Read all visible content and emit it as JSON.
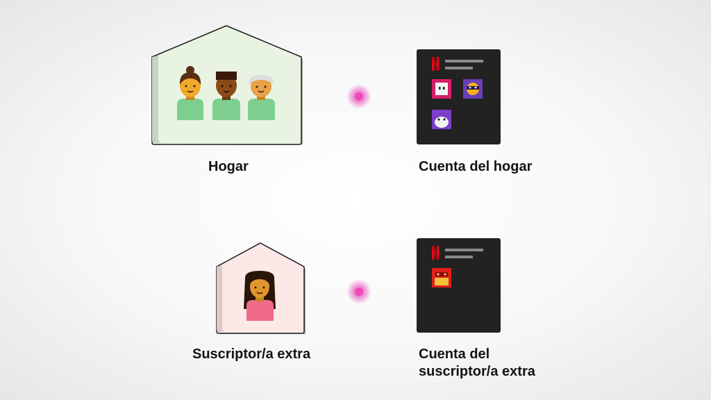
{
  "rows": [
    {
      "home_label": "Hogar",
      "account_label": "Cuenta del hogar",
      "house_color": "#e8f4e1",
      "people_icons": [
        "woman-bun-icon",
        "man-cap-icon",
        "grandparent-icon"
      ],
      "profile_icons": [
        "white-box-profile-icon",
        "ninja-profile-icon",
        "penguin-profile-icon"
      ]
    },
    {
      "home_label": "Suscriptor/a extra",
      "account_label": "Cuenta del\nsuscriptor/a extra",
      "house_color": "#fde8e8",
      "people_icons": [
        "woman-long-hair-icon"
      ],
      "profile_icons": [
        "red-robot-profile-icon"
      ]
    }
  ],
  "colors": {
    "netflix_red": "#e50914",
    "panel": "#222222",
    "connector_left": "#e8336a",
    "connector_right": "#9b3fd1",
    "connector_dot": "#e23ab5"
  }
}
